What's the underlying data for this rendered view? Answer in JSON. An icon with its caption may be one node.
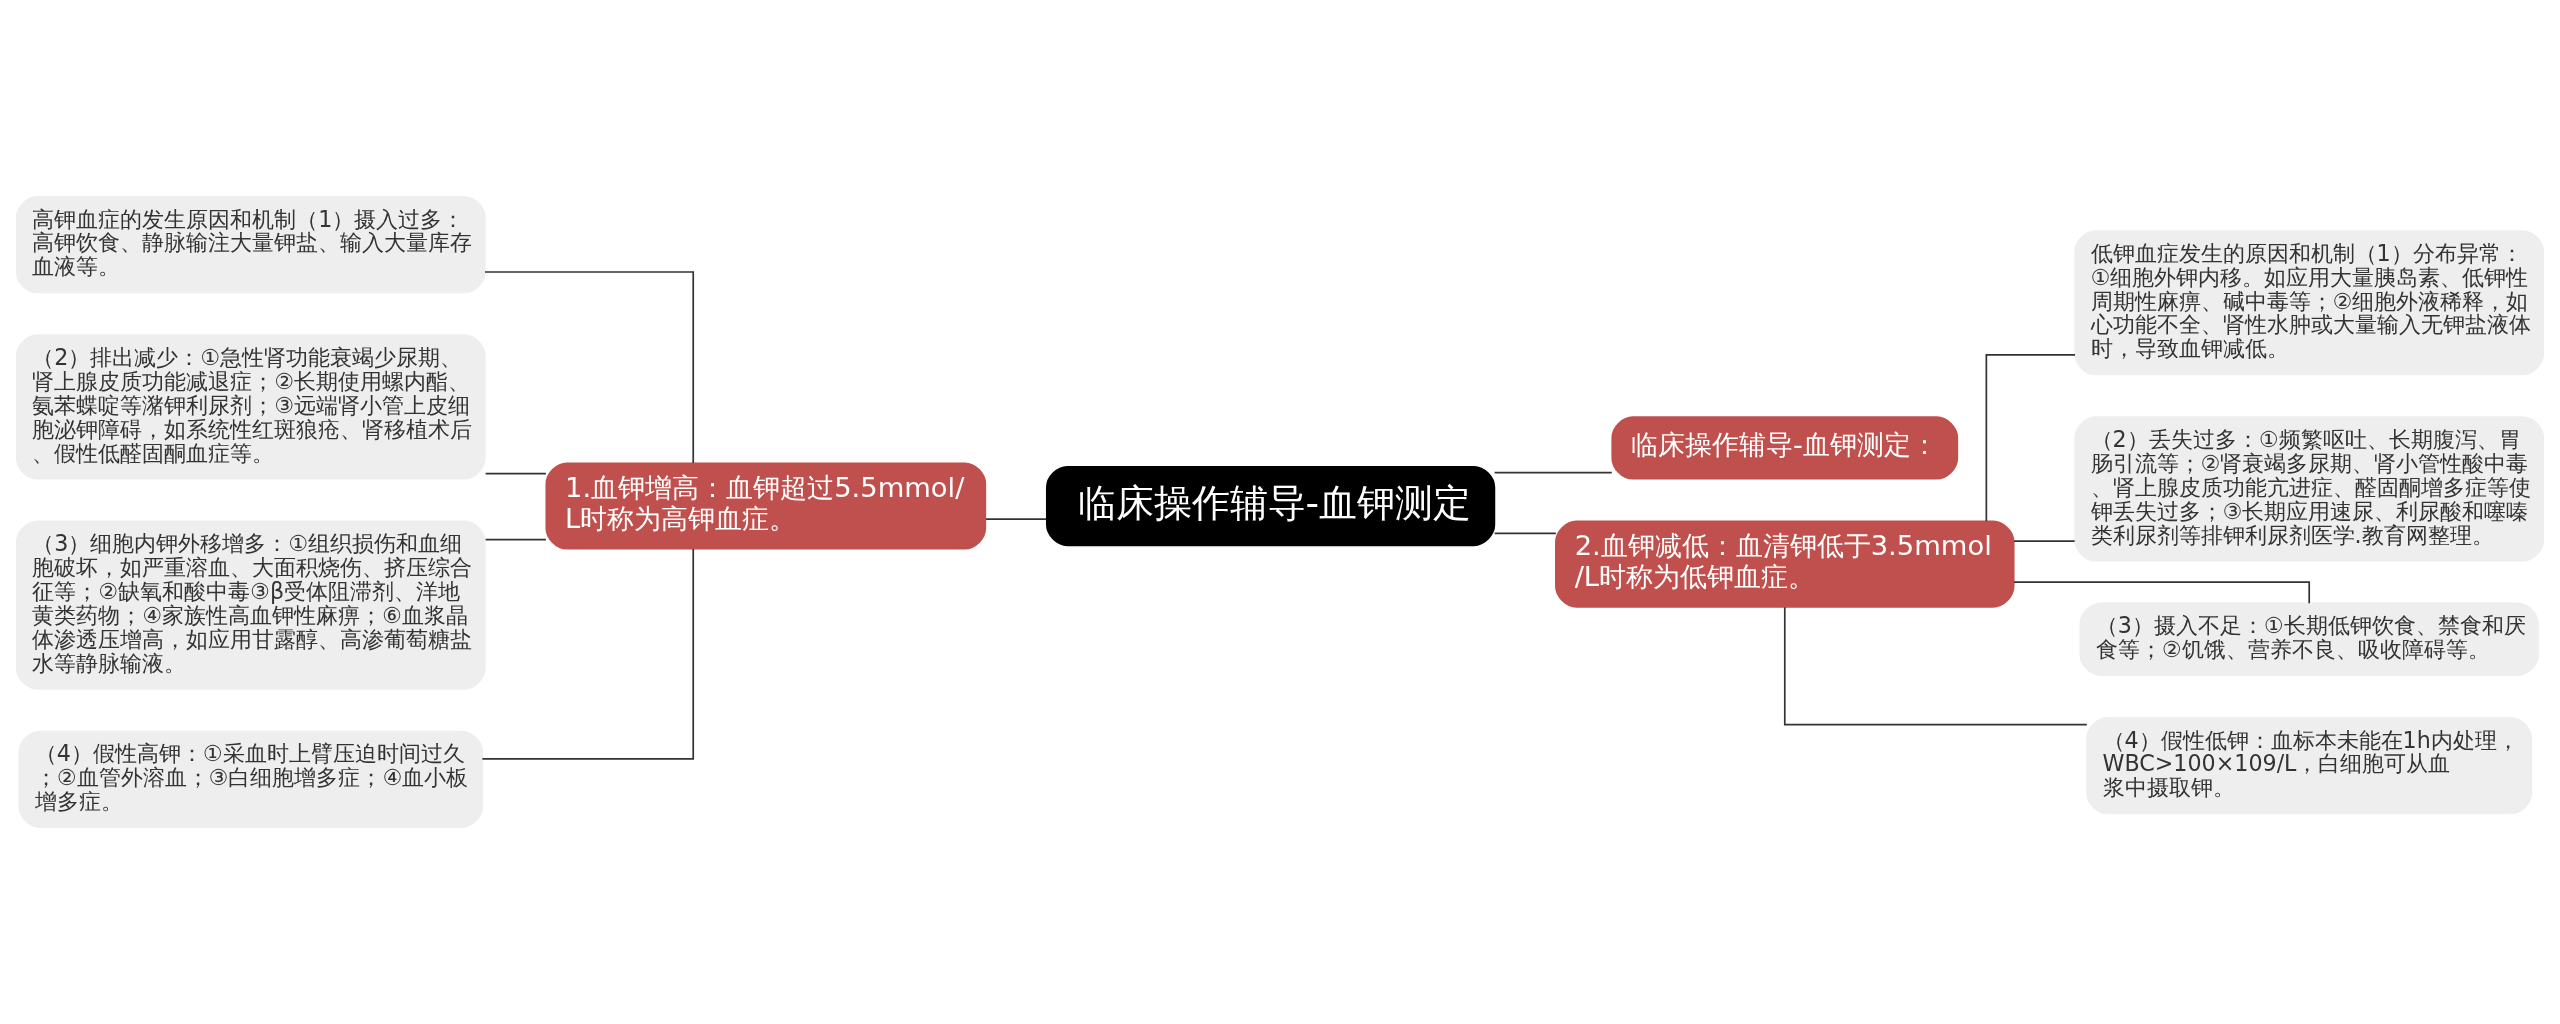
{
  "diagram": {
    "nodes": [
      {
        "text": [
          "临床操作辅导-血钾测定"
        ]
      },
      {
        "text": [
          "1.血钾增高：血钾超过5.5mmol/L时称为高钾血症。"
        ]
      },
      {
        "text": [
          "高钾血症的发生原因和机制（1）摄入过多：高钾饮食、静脉输注大量钾盐、输入大量库存血液等。"
        ]
      },
      {
        "text": [
          "（2）排出减少：①急性肾功能衰竭少尿期、肾上腺皮质功能减退症；②长期使用螺内酯、氨苯蝶啶等潴钾利尿剂；③远端肾小管上皮细胞泌钾障碍，如系统性红斑狼疮、肾移植术后、假性低醛固酮血症等。"
        ]
      },
      {
        "text": [
          "（3）细胞内钾外移增多：①组织损伤和血细胞破坏，如严重溶血、大面积烧伤、挤压综合征等；②缺氧和酸中毒③β受体阻滞剂、洋地黄类药物；④家族性高血钾性麻痹；⑥血浆晶体渗透压增高，如应用甘露醇、高渗葡萄糖盐水等静脉输液。"
        ]
      },
      {
        "text": [
          "（4）假性高钾：①采血时上臂压迫时间过久；②血管外溶血；③白细胞增多症；④血小板增多症。"
        ]
      },
      {
        "text": [
          "临床操作辅导-血钾测定："
        ]
      },
      {
        "text": [
          "2.血钾减低：血清钾低于3.5mmol/L时称为低钾血症。"
        ]
      },
      {
        "text": [
          "低钾血症发生的原因和机制（1）分布异常：①细胞外钾内移。如应用大量胰岛素、低钾性周期性麻痹、碱中毒等；②细胞外液稀释，如心功能不全、肾性水肿或大量输入无钾盐液体时，导致血钾减低。"
        ]
      },
      {
        "text": [
          "（2）丢失过多：①频繁呕吐、长期腹泻、胃肠引流等；②肾衰竭多尿期、肾小管性酸中毒、肾上腺皮质功能亢进症、醛固酮增多症等使钾丢失过多；③长期应用速尿、利尿酸和噻嗪类利尿剂等排钾利尿剂医学.教育网整理。"
        ]
      },
      {
        "text": [
          "（3）摄入不足：①长期低钾饮食、禁食和厌食等；②饥饿、营养不良、吸收障碍等。"
        ]
      },
      {
        "text": [
          "（4）假性低钾：血标本未能在1h内处理，WBC>100×109/L，白细胞可从血浆中摄取钾。"
        ]
      }
    ],
    "edges": [
      {
        "from": 0,
        "to": 1,
        "arrow": "none"
      },
      {
        "from": 1,
        "to": 2,
        "arrow": "none"
      },
      {
        "from": 1,
        "to": 3,
        "arrow": "none"
      },
      {
        "from": 1,
        "to": 4,
        "arrow": "none"
      },
      {
        "from": 1,
        "to": 5,
        "arrow": "none"
      },
      {
        "from": 0,
        "to": 6,
        "arrow": "none"
      },
      {
        "from": 0,
        "to": 7,
        "arrow": "none"
      },
      {
        "from": 7,
        "to": 8,
        "arrow": "none"
      },
      {
        "from": 7,
        "to": 9,
        "arrow": "none"
      },
      {
        "from": 7,
        "to": 10,
        "arrow": "none"
      },
      {
        "from": 7,
        "to": 11,
        "arrow": "none"
      }
    ]
  }
}
